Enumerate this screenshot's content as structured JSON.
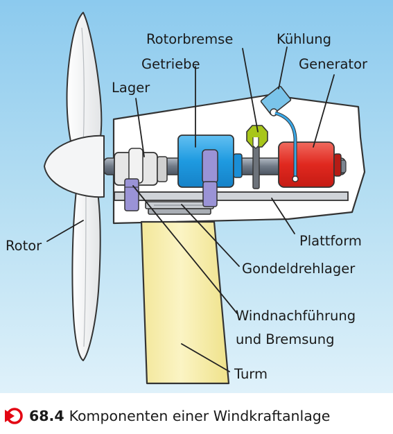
{
  "labels": {
    "rotorbremse": "Rotorbremse",
    "kuehlung": "Kühlung",
    "getriebe": "Getriebe",
    "generator": "Generator",
    "lager": "Lager",
    "rotor": "Rotor",
    "plattform": "Plattform",
    "gondeldrehlager": "Gondeldrehlager",
    "windnachfuehrung_1": "Windnachführung",
    "windnachfuehrung_2": "und Bremsung",
    "turm": "Turm"
  },
  "caption": {
    "number": "68.4",
    "text": "Komponenten einer Windkraftanlage",
    "icon": "circled-arrow-icon"
  },
  "colors": {
    "sky": "#a9d8f0",
    "tower": "#f8f0b2",
    "gearbox": "#3aa7e6",
    "generator": "#e53935",
    "brake": "#a8c61a",
    "bearing": "#e4e4e4",
    "mount": "#9a93d6",
    "accent": "#e30613"
  }
}
